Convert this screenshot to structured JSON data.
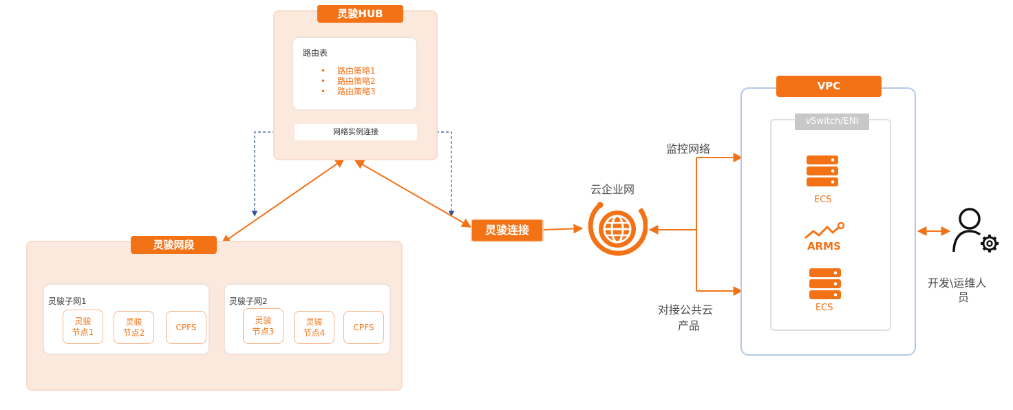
{
  "hub": {
    "title": "灵骏HUB",
    "route_table": {
      "title": "路由表",
      "items": [
        "路由策略1",
        "路由策略2",
        "路由策略3"
      ]
    },
    "instance_conn": "网络实例连接"
  },
  "segment": {
    "title": "灵骏网段",
    "subnets": [
      {
        "title": "灵骏子网1",
        "nodes": [
          [
            "灵骏",
            "节点1"
          ],
          [
            "灵骏",
            "节点2"
          ],
          [
            "CPFS"
          ]
        ]
      },
      {
        "title": "灵骏子网2",
        "nodes": [
          [
            "灵骏",
            "节点3"
          ],
          [
            "灵骏",
            "节点4"
          ],
          [
            "CPFS"
          ]
        ]
      }
    ]
  },
  "connect_label": "灵骏连接",
  "cen": {
    "label": "云企业网"
  },
  "links": {
    "monitor": "监控网络",
    "public_1": "对接公共云",
    "public_2": "产品"
  },
  "vpc": {
    "title": "VPC",
    "vswitch": "vSwitch/ENI",
    "ecs_1": "ECS",
    "arms": "ARMS",
    "ecs_2": "ECS"
  },
  "user": {
    "line1": "开发\\运维人",
    "line2": "员"
  },
  "colors": {
    "orange": "#f47216",
    "peach": "#fce9dd",
    "blue_border": "#b5c8e8",
    "dashed_blue": "#2f5597"
  }
}
